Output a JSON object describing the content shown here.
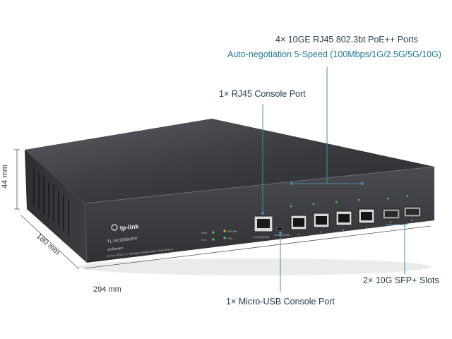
{
  "callouts": {
    "poe_ports": "4× 10GE RJ45 802.3bt PoE++ Ports",
    "autoneg": "Auto-negotiation 5-Speed (100Mbps/1G/2.5G/5G/10G)",
    "rj45_console": "1× RJ45 Console Port",
    "micro_usb_console": "1× Micro-USB Console Port",
    "sfp_slots": "2× 10G SFP+ Slots"
  },
  "dimensions": {
    "height": "44 mm",
    "depth": "180 mm",
    "width": "294 mm"
  },
  "device": {
    "brand": "tp-link",
    "model": "TL-SX3206HPP",
    "series": "JetStream",
    "description": "6-Port 10GE L2+ Managed Switch with 4-Port PoE++",
    "console_label": "Console(RJ45)",
    "usb_label": "Console(USB)",
    "led_pwr": "PWR",
    "led_sys": "SYS",
    "led_poe_max": "PoE Max",
    "led_fan": "FAN",
    "port_numbers": [
      "1",
      "2",
      "3",
      "4",
      "5",
      "6"
    ]
  },
  "colors": {
    "callout_main": "#1f3b4d",
    "callout_sub": "#1f7a95",
    "chassis_front": "#3b3d40",
    "chassis_top": "#34363a",
    "leader_line": "#4a8aa8"
  }
}
